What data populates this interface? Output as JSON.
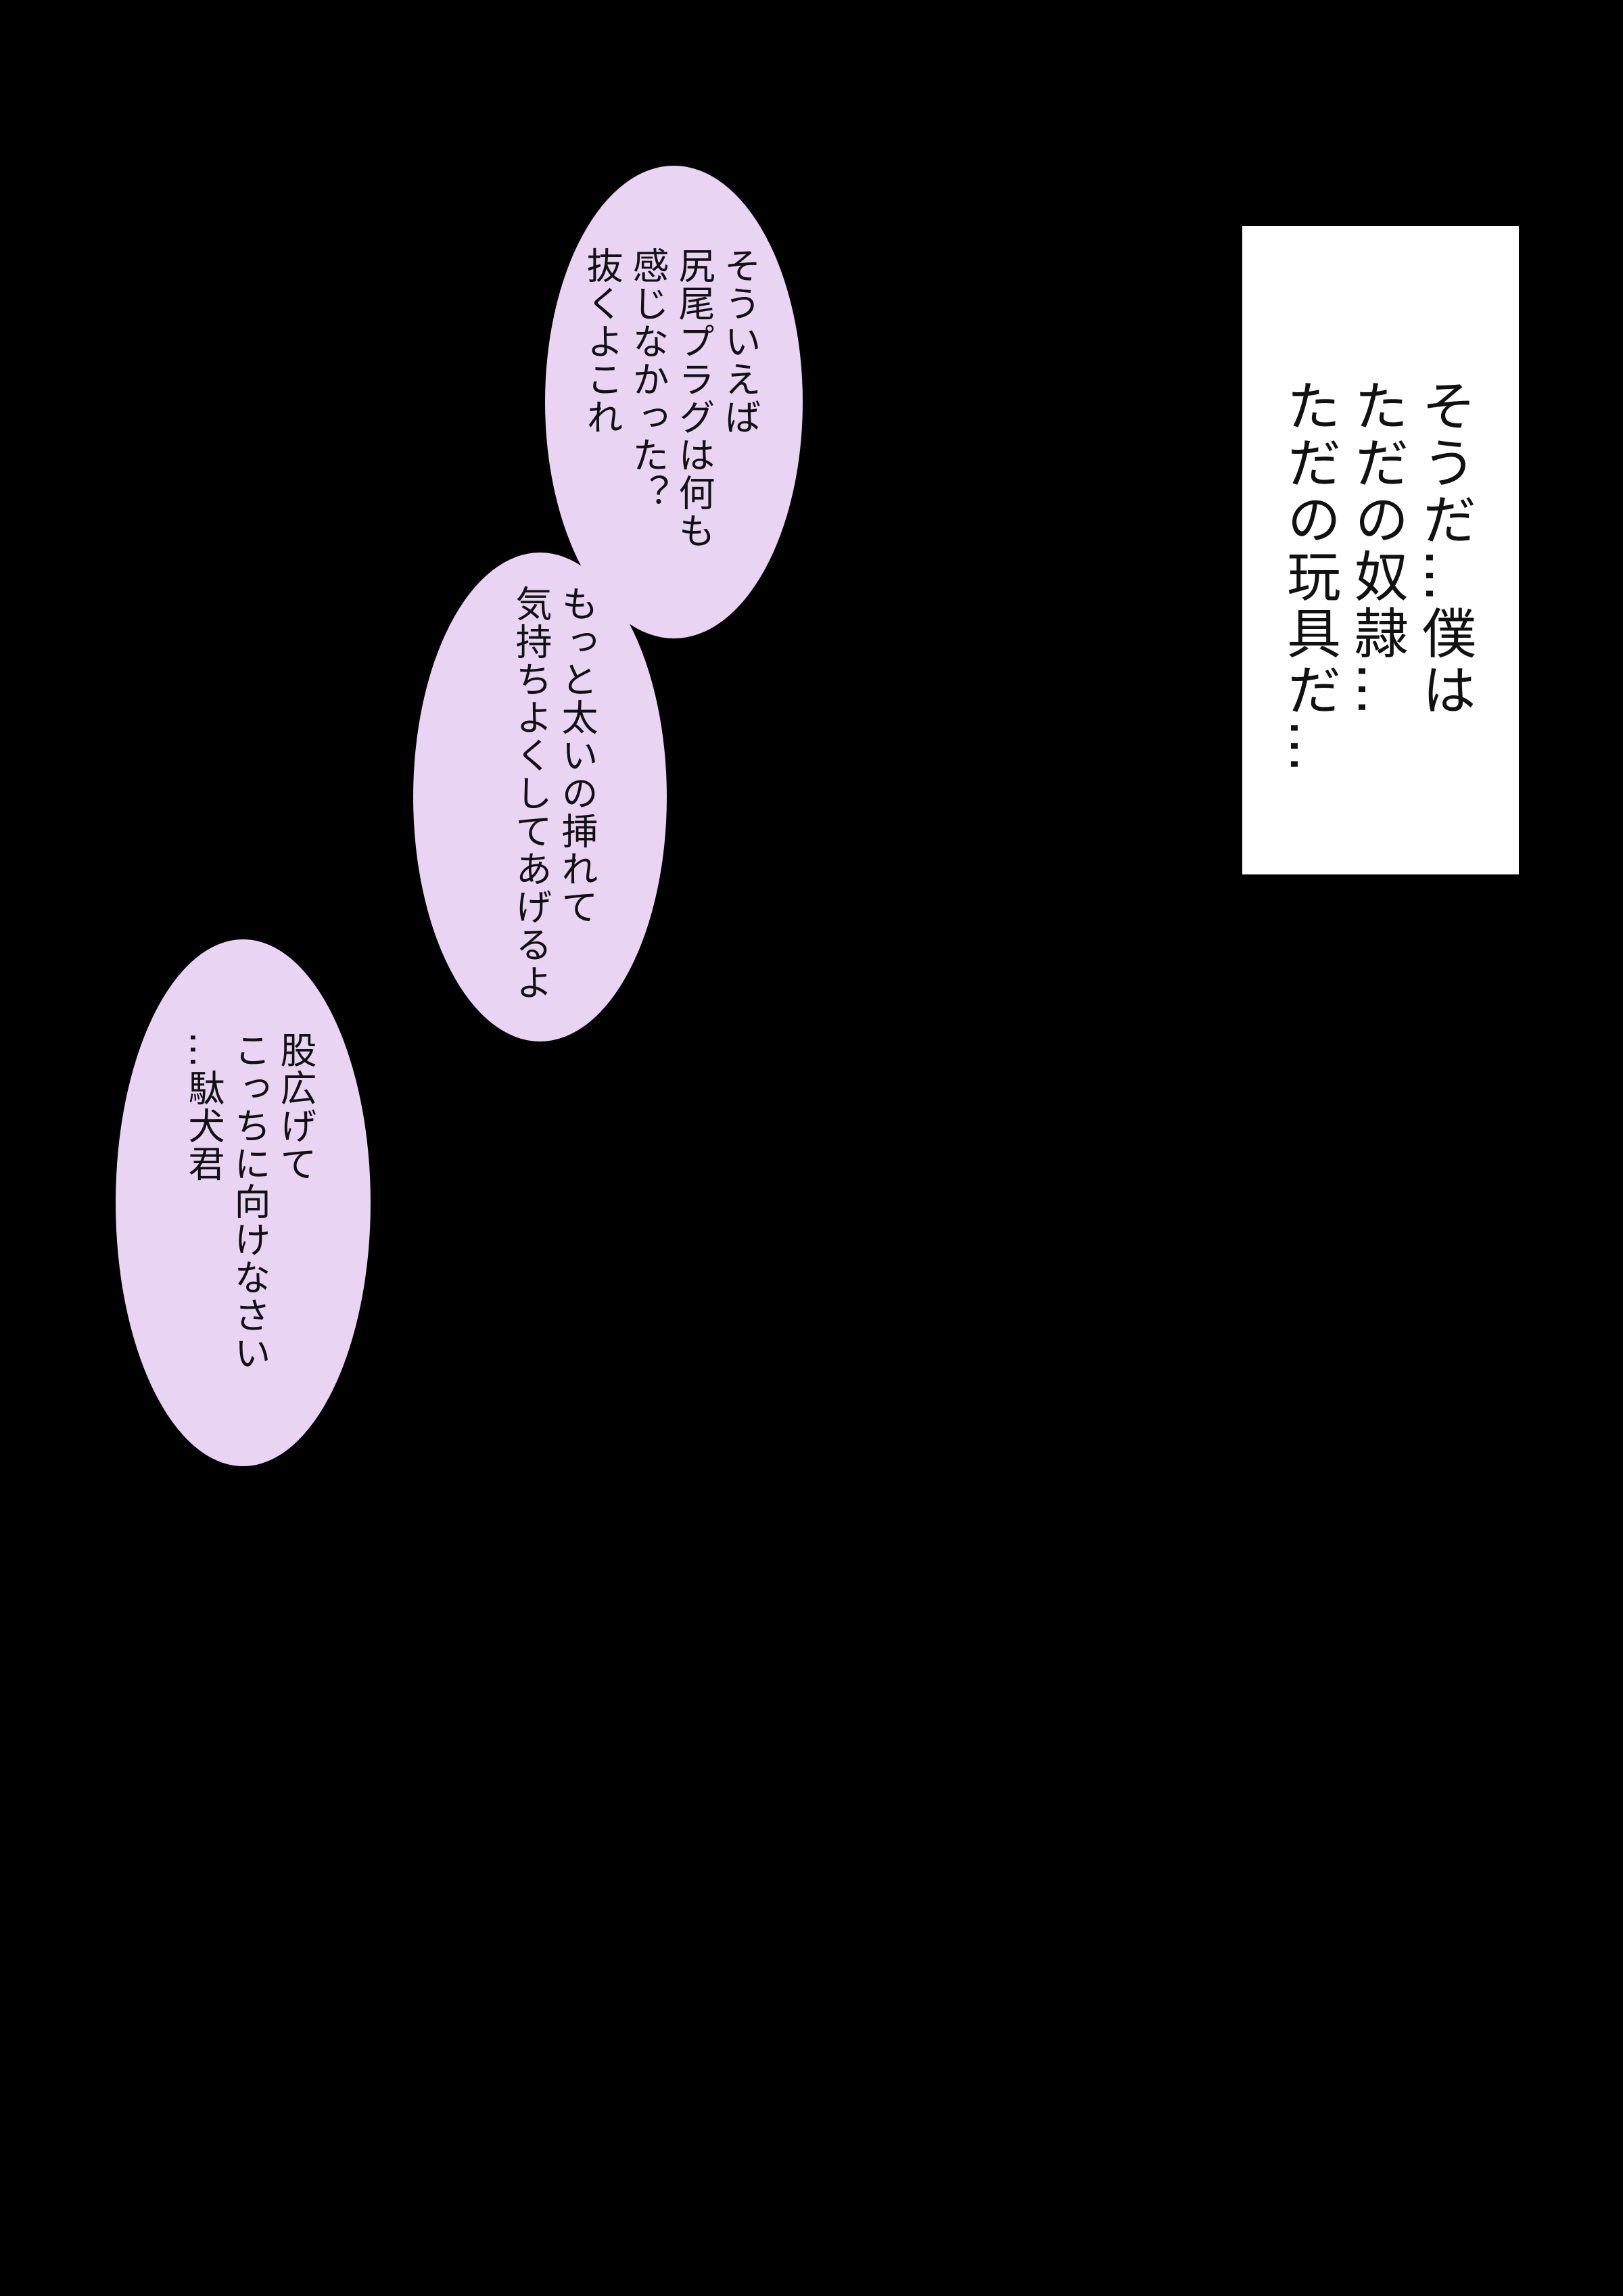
{
  "caption": {
    "lines": [
      "そうだ…僕は",
      "ただの奴隷…",
      "ただの玩具だ…"
    ]
  },
  "bubbles": [
    {
      "lines": [
        "そういえば",
        "尻尾プラグは何も",
        "感じなかった？",
        "抜くよこれ"
      ]
    },
    {
      "lines": [
        "もっと太いの挿れて",
        "気持ちよくしてあげるよ"
      ]
    },
    {
      "lines": [
        "股広げて",
        "こっちに向けなさい",
        "…駄犬君"
      ]
    }
  ],
  "colors": {
    "background": "#000000",
    "bubble": "#ead4f4",
    "caption_box": "#ffffff"
  }
}
